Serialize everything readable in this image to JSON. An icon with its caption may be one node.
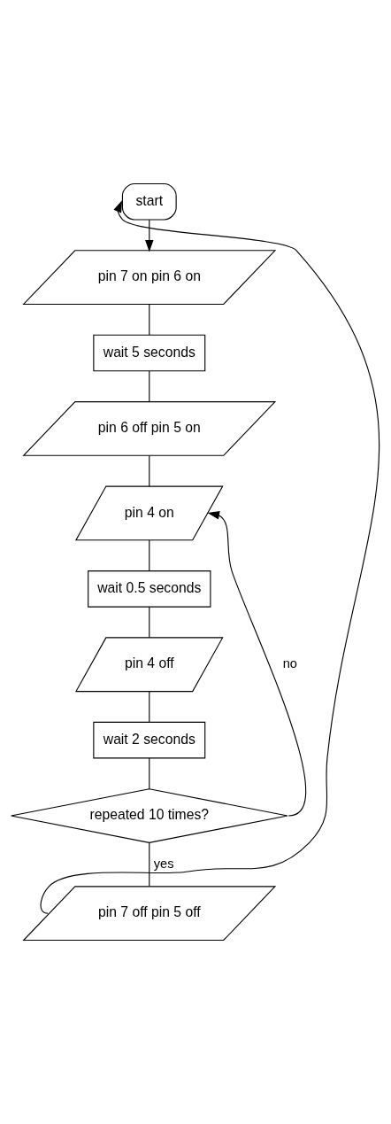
{
  "diagram": {
    "nodes": [
      {
        "text": [
          "start"
        ]
      },
      {
        "text": [
          "pin 7 on pin 6 on"
        ]
      },
      {
        "text": [
          "wait 5 seconds"
        ]
      },
      {
        "text": [
          "pin 6 off pin 5 on"
        ]
      },
      {
        "text": [
          "pin 4 on"
        ]
      },
      {
        "text": [
          "wait 0.5 seconds"
        ]
      },
      {
        "text": [
          "pin 4 off"
        ]
      },
      {
        "text": [
          "wait 2 seconds"
        ]
      },
      {
        "text": [
          "repeated 10 times?"
        ]
      },
      {
        "text": [
          "pin 7 off pin 5 off"
        ]
      }
    ],
    "edges": [
      {
        "from": 0,
        "to": 1,
        "arrow": "to"
      },
      {
        "from": 1,
        "to": 2,
        "arrow": "none"
      },
      {
        "from": 2,
        "to": 3,
        "arrow": "none"
      },
      {
        "from": 3,
        "to": 4,
        "arrow": "none"
      },
      {
        "from": 4,
        "to": 5,
        "arrow": "none"
      },
      {
        "from": 5,
        "to": 6,
        "arrow": "none"
      },
      {
        "from": 6,
        "to": 7,
        "arrow": "none"
      },
      {
        "from": 7,
        "to": 8,
        "arrow": "none"
      },
      {
        "from": 8,
        "to": 9,
        "arrow": "none",
        "label": "yes"
      },
      {
        "from": 8,
        "to": 4,
        "arrow": "to",
        "label": "no"
      },
      {
        "from": 9,
        "to": 0,
        "arrow": "to"
      }
    ]
  }
}
